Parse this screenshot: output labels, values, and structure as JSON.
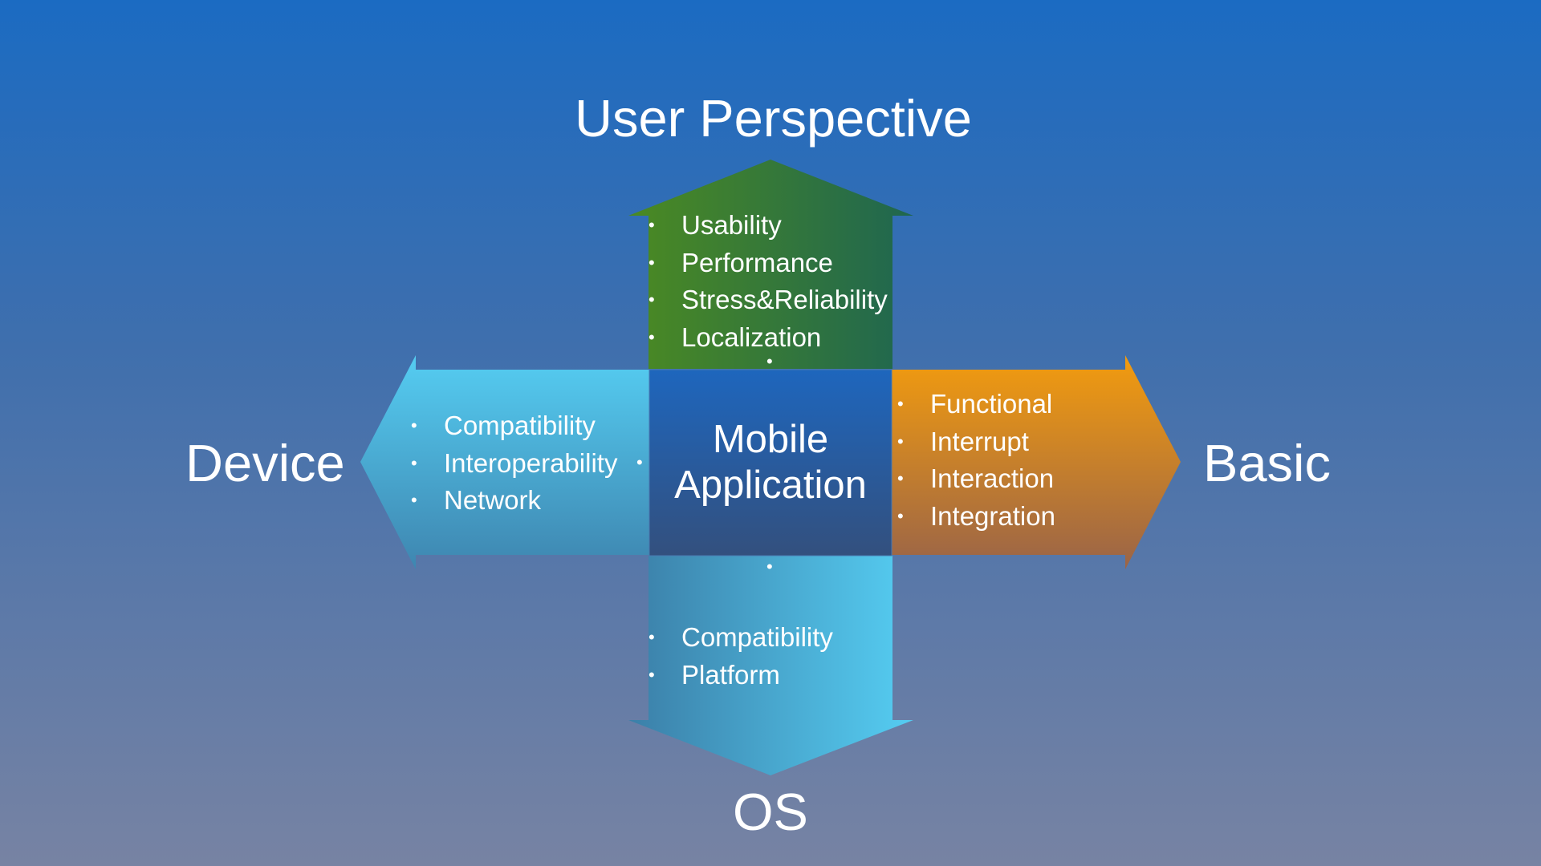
{
  "title": "User Perspective",
  "center": {
    "line1": "Mobile",
    "line2": "Application"
  },
  "labels": {
    "top": "User Perspective",
    "left": "Device",
    "right": "Basic",
    "bottom": "OS"
  },
  "top_items": [
    "Usability",
    "Performance",
    "Stress&Reliability",
    "Localization"
  ],
  "left_items": [
    "Compatibility",
    "Interoperability",
    "Network"
  ],
  "right_items": [
    "Functional",
    "Interrupt",
    "Interaction",
    "Integration"
  ],
  "bottom_items": [
    "Compatibility",
    "Platform"
  ],
  "bullet": "•",
  "colors": {
    "background_top": "#1b6bc2",
    "background_bottom": "#7783a3",
    "top_arrow": [
      "#4b8a22",
      "#1f6650"
    ],
    "left_arrow": [
      "#55cdf2",
      "#3e86b0"
    ],
    "right_arrow": [
      "#f39c0e",
      "#9a6448"
    ],
    "bottom_arrow": [
      "#3b7fa8",
      "#55cdf2"
    ],
    "center_box": [
      "#1e66bd",
      "#33507e"
    ],
    "text": "#ffffff"
  }
}
